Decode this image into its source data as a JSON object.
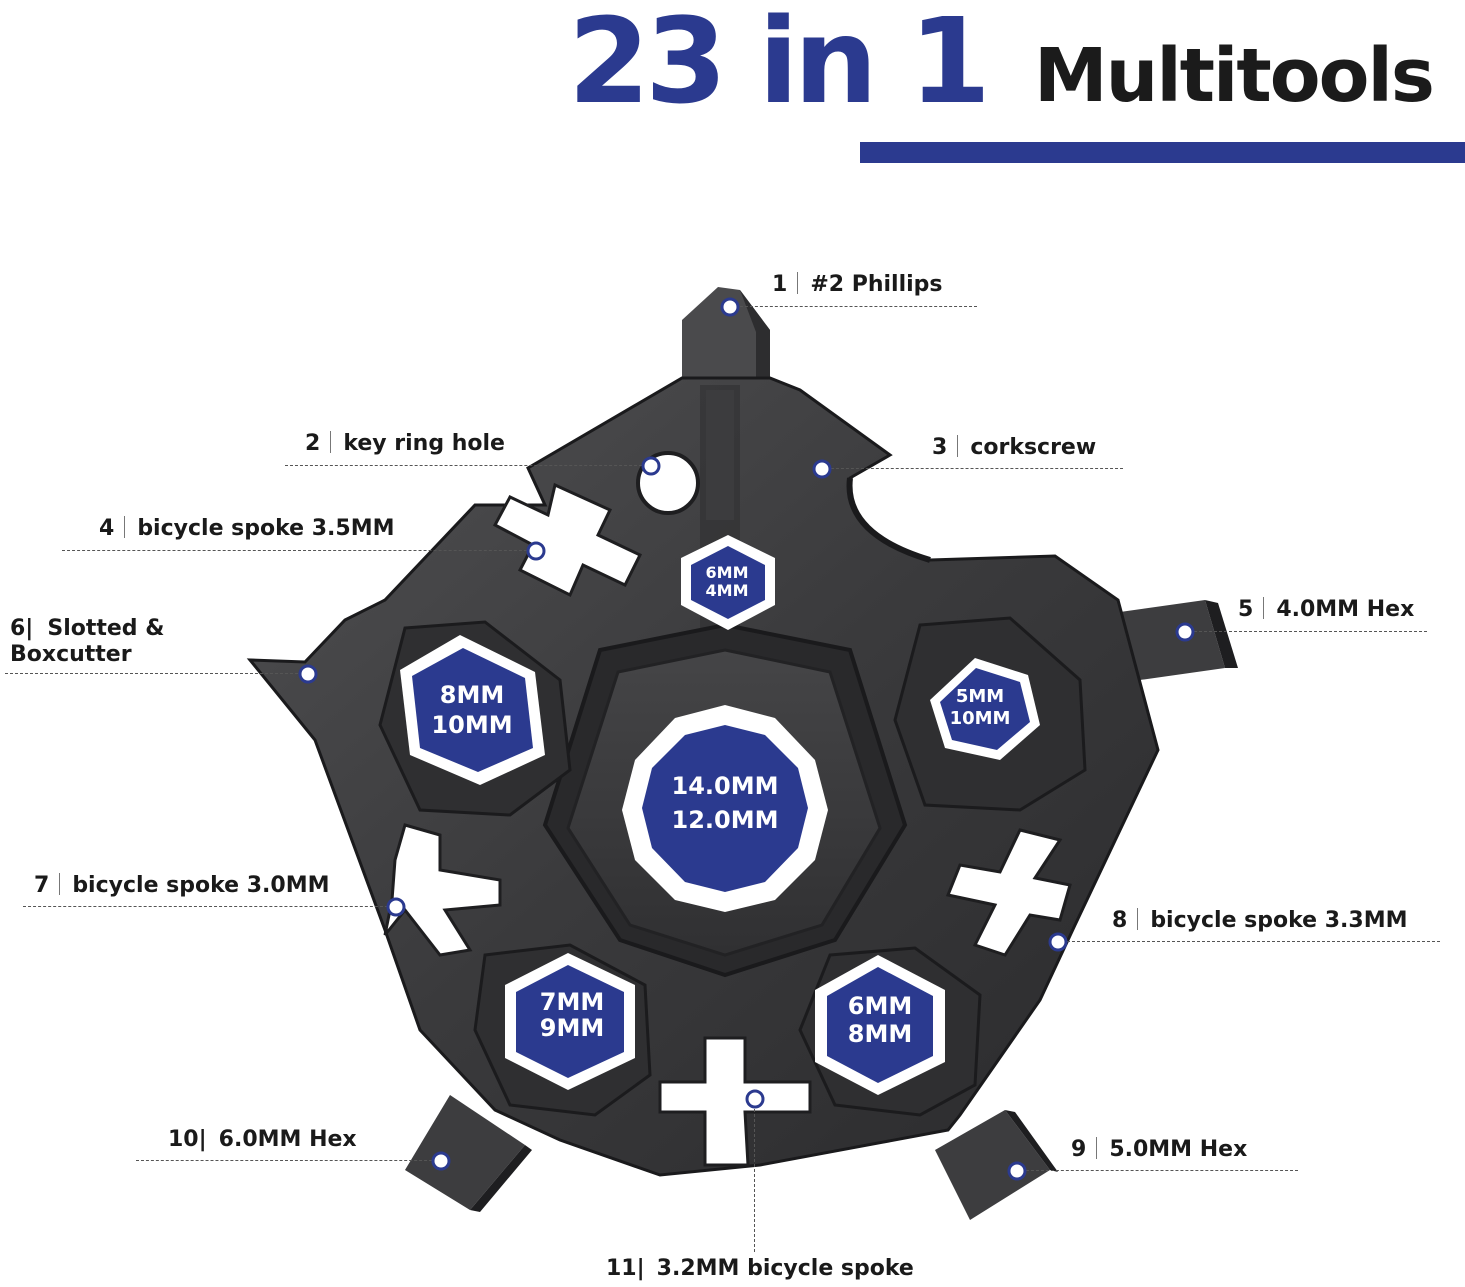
{
  "title": {
    "big": "23 in 1",
    "small": "Multitools"
  },
  "colors": {
    "accent": "#2b3a8f",
    "tool_body": "#3b3b3d",
    "text": "#1a1a1a"
  },
  "callouts": [
    {
      "num": "1",
      "text": "#2 Phillips"
    },
    {
      "num": "2",
      "text": "key ring hole"
    },
    {
      "num": "3",
      "text": "corkscrew"
    },
    {
      "num": "4",
      "text": "bicycle spoke 3.5MM"
    },
    {
      "num": "5",
      "text": "4.0MM Hex"
    },
    {
      "num": "6|",
      "line1": "Slotted &",
      "line2": "Boxcutter"
    },
    {
      "num": "7",
      "text": "bicycle spoke 3.0MM"
    },
    {
      "num": "8",
      "text": "bicycle spoke 3.3MM"
    },
    {
      "num": "9",
      "text": "5.0MM Hex"
    },
    {
      "num": "10|",
      "text": "6.0MM Hex"
    },
    {
      "num": "11|",
      "text": "3.2MM bicycle spoke"
    }
  ],
  "wrench_sizes": {
    "center": [
      "14.0MM",
      "12.0MM"
    ],
    "top": [
      "6MM",
      "4MM"
    ],
    "left": [
      "8MM",
      "10MM"
    ],
    "right": [
      "5MM",
      "10MM"
    ],
    "bottom_left": [
      "7MM",
      "9MM"
    ],
    "bottom_right": [
      "6MM",
      "8MM"
    ]
  }
}
